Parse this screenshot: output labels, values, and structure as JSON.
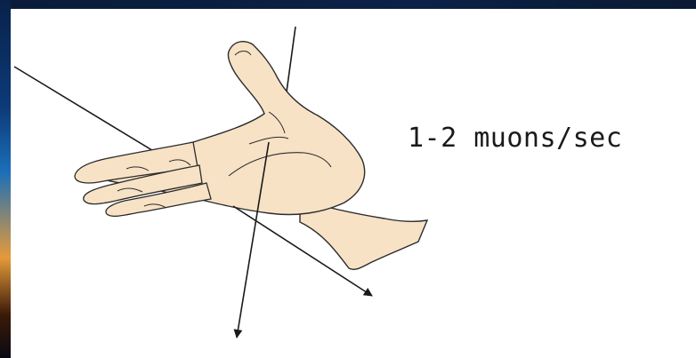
{
  "slide": {
    "caption": "1-2 muons/sec"
  },
  "colors": {
    "background": "#ffffff",
    "skin": "#f7e2c6",
    "outline": "#2b2b2b",
    "muon_track": "#1a1a1a",
    "border_blue": "#0d3a78",
    "border_orange": "#e59a3a"
  },
  "icons": [
    "hand-illustration",
    "muon-track-arrow"
  ]
}
